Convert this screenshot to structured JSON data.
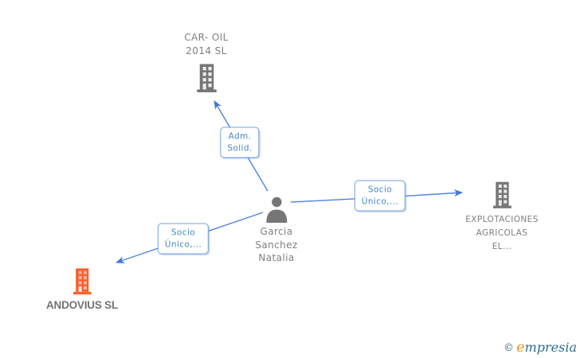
{
  "diagram": {
    "person": {
      "line1": "Garcia",
      "line2": "Sanchez",
      "line3": "Natalia"
    },
    "car_oil": {
      "line1": "CAR- OIL",
      "line2": "2014 SL"
    },
    "explotaciones": {
      "line1": "EXPLOTACIONES",
      "line2": "AGRICOLAS",
      "line3": "EL..."
    },
    "andovius": {
      "label": "ANDOVIUS SL"
    },
    "edge_adm": {
      "line1": "Adm.",
      "line2": "Solid."
    },
    "edge_socio_right": {
      "line1": "Socio",
      "line2": "Único,..."
    },
    "edge_socio_left": {
      "line1": "Socio",
      "line2": "Único,..."
    },
    "colors": {
      "edge_blue": "#4d82e0",
      "arrow_blue": "#3d77d8",
      "label_blue": "#4687ca",
      "label_border_blue": "#6fa0dc",
      "icon_gray": "#767676",
      "text_gray": "#7f7f7f",
      "icon_orange": "#f8602f",
      "logo_teal": "#2b7089",
      "logo_orange": "#f7941e"
    }
  },
  "logo": {
    "copyright": "©",
    "brand_e": "e",
    "brand_rest": "mpresia"
  }
}
